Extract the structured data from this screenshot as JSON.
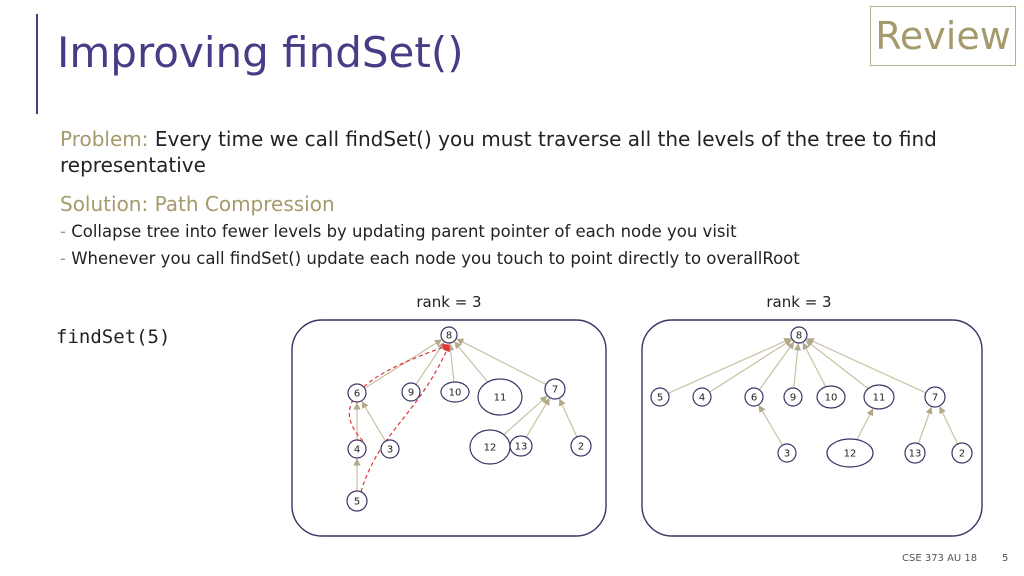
{
  "slide": {
    "title": "Improving findSet()",
    "badge": "Review",
    "problem_lead": "Problem:",
    "problem_text": " Every time we call findSet() you must traverse all the levels of the tree to find representative",
    "solution_heading": "Solution: Path Compression",
    "bullets": [
      "Collapse tree into fewer levels by updating parent pointer of each node you visit",
      "Whenever you call findSet() update each node you touch to point directly to overallRoot"
    ],
    "code": "findSet(5)",
    "footer_course": "CSE 373 AU 18",
    "footer_page": "5"
  },
  "diagrams": {
    "before": {
      "rank_label": "rank = 3",
      "nodes": [
        {
          "id": "8",
          "label": "8"
        },
        {
          "id": "6",
          "label": "6"
        },
        {
          "id": "9",
          "label": "9"
        },
        {
          "id": "10",
          "label": "10"
        },
        {
          "id": "11",
          "label": "11"
        },
        {
          "id": "7",
          "label": "7"
        },
        {
          "id": "4",
          "label": "4"
        },
        {
          "id": "3",
          "label": "3"
        },
        {
          "id": "12",
          "label": "12"
        },
        {
          "id": "13",
          "label": "13"
        },
        {
          "id": "2",
          "label": "2"
        },
        {
          "id": "5",
          "label": "5"
        }
      ],
      "edges": [
        [
          "6",
          "8"
        ],
        [
          "9",
          "8"
        ],
        [
          "10",
          "8"
        ],
        [
          "11",
          "8"
        ],
        [
          "7",
          "8"
        ],
        [
          "4",
          "6"
        ],
        [
          "3",
          "6"
        ],
        [
          "5",
          "4"
        ],
        [
          "12",
          "7"
        ],
        [
          "13",
          "7"
        ],
        [
          "2",
          "7"
        ]
      ],
      "path_compression": [
        [
          "5",
          "8"
        ],
        [
          "4",
          "8"
        ]
      ]
    },
    "after": {
      "rank_label": "rank = 3",
      "nodes": [
        {
          "id": "8",
          "label": "8"
        },
        {
          "id": "5",
          "label": "5"
        },
        {
          "id": "4",
          "label": "4"
        },
        {
          "id": "6",
          "label": "6"
        },
        {
          "id": "9",
          "label": "9"
        },
        {
          "id": "10",
          "label": "10"
        },
        {
          "id": "11",
          "label": "11"
        },
        {
          "id": "7",
          "label": "7"
        },
        {
          "id": "3",
          "label": "3"
        },
        {
          "id": "12",
          "label": "12"
        },
        {
          "id": "13",
          "label": "13"
        },
        {
          "id": "2",
          "label": "2"
        }
      ],
      "edges": [
        [
          "5",
          "8"
        ],
        [
          "4",
          "8"
        ],
        [
          "6",
          "8"
        ],
        [
          "9",
          "8"
        ],
        [
          "10",
          "8"
        ],
        [
          "11",
          "8"
        ],
        [
          "7",
          "8"
        ],
        [
          "3",
          "6"
        ],
        [
          "12",
          "11"
        ],
        [
          "13",
          "7"
        ],
        [
          "2",
          "7"
        ]
      ]
    },
    "colors": {
      "edge": "#c9c1a2",
      "dashed": "#e0343a",
      "panel_border": "#3d3264",
      "node_border": "#3d3264"
    }
  }
}
